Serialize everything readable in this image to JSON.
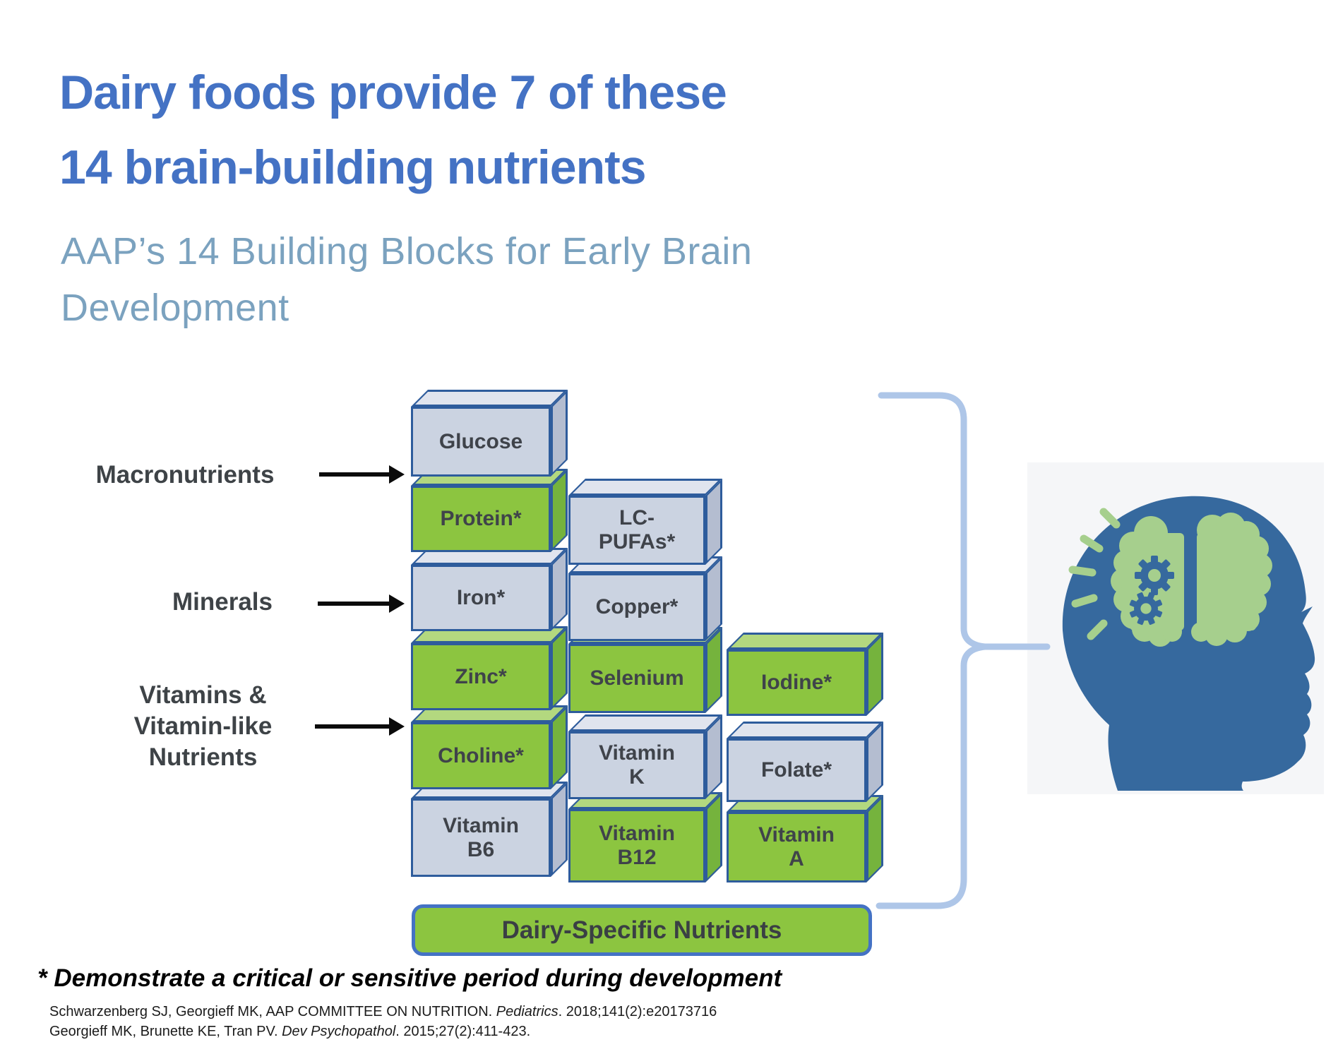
{
  "slide": {
    "title": {
      "line1": "Dairy foods provide 7 of these",
      "line2": "14 brain-building nutrients"
    },
    "subtitle": {
      "line1": "AAP’s 14 Building Blocks for Early Brain",
      "line2": "Development"
    },
    "footnote": "* Demonstrate a critical or sensitive period during development",
    "citations": [
      {
        "pre": "Schwarzenberg SJ, Georgieff MK, AAP COMMITTEE ON NUTRITION. ",
        "journal": "Pediatrics",
        "post": ". 2018;141(2):e20173716"
      },
      {
        "pre": "Georgieff MK, Brunette KE, Tran PV. ",
        "journal": "Dev Psychopathol",
        "post": ". 2015;27(2):411-423."
      }
    ]
  },
  "categories": [
    {
      "id": "macronutrients",
      "lines": [
        "Macronutrients"
      ]
    },
    {
      "id": "minerals",
      "lines": [
        "Minerals"
      ]
    },
    {
      "id": "vitamins",
      "lines": [
        "Vitamins &",
        "Vitamin-like",
        "Nutrients"
      ]
    }
  ],
  "diagram": {
    "green_means": "dairy-specific nutrient",
    "blocks": [
      {
        "id": "glucose",
        "label": "Glucose",
        "color": "gray",
        "col": 1,
        "row": 1,
        "dairy_specific": false
      },
      {
        "id": "protein",
        "label": "Protein*",
        "color": "green",
        "col": 1,
        "row": 2,
        "dairy_specific": true
      },
      {
        "id": "lc-pufas",
        "label": "LC-\nPUFAs*",
        "color": "gray",
        "col": 2,
        "row": 2,
        "dairy_specific": false
      },
      {
        "id": "iron",
        "label": "Iron*",
        "color": "gray",
        "col": 1,
        "row": 3,
        "dairy_specific": false
      },
      {
        "id": "copper",
        "label": "Copper*",
        "color": "gray",
        "col": 2,
        "row": 3,
        "dairy_specific": false
      },
      {
        "id": "zinc",
        "label": "Zinc*",
        "color": "green",
        "col": 1,
        "row": 4,
        "dairy_specific": true
      },
      {
        "id": "selenium",
        "label": "Selenium",
        "color": "green",
        "col": 2,
        "row": 4,
        "dairy_specific": true
      },
      {
        "id": "iodine",
        "label": "Iodine*",
        "color": "green",
        "col": 3,
        "row": 4,
        "dairy_specific": true
      },
      {
        "id": "choline",
        "label": "Choline*",
        "color": "green",
        "col": 1,
        "row": 5,
        "dairy_specific": true
      },
      {
        "id": "vitamin-k",
        "label": "Vitamin\nK",
        "color": "gray",
        "col": 2,
        "row": 5,
        "dairy_specific": false
      },
      {
        "id": "folate",
        "label": "Folate*",
        "color": "gray",
        "col": 3,
        "row": 5,
        "dairy_specific": false
      },
      {
        "id": "vitamin-b6",
        "label": "Vitamin\nB6",
        "color": "gray",
        "col": 1,
        "row": 6,
        "dairy_specific": false
      },
      {
        "id": "vitamin-b12",
        "label": "Vitamin\nB12",
        "color": "green",
        "col": 2,
        "row": 6,
        "dairy_specific": true
      },
      {
        "id": "vitamin-a",
        "label": "Vitamin\nA",
        "color": "green",
        "col": 3,
        "row": 6,
        "dairy_specific": true
      }
    ],
    "legend_box": {
      "label": "Dairy-Specific Nutrients"
    }
  },
  "colors": {
    "title_blue": "#4472C4",
    "subtitle_blue": "#7BA2BF",
    "block_border": "#2E5C9C",
    "block_green": "#8CC540",
    "block_gray": "#CBD3E1",
    "legend_border": "#4472C4",
    "brace_blue": "#AEC6E8",
    "head_blue": "#36699E",
    "brain_green": "#A6CF8D",
    "label_gray": "#3E4347",
    "arrow_black": "#0b0b0b"
  },
  "icons": {
    "head": "child-head-profile-icon",
    "brain": "brain-gears-icon",
    "rays": "spark-rays-icon",
    "arrow": "right-arrow-icon",
    "brace": "curly-brace-icon"
  }
}
